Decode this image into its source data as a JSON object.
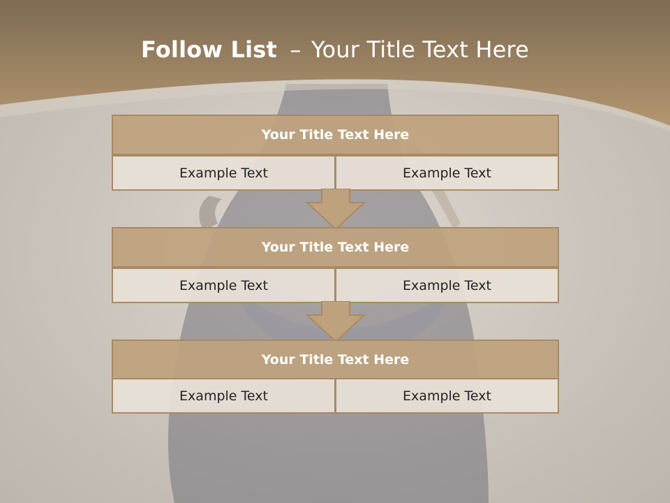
{
  "title": {
    "bold_part": "Follow List",
    "separator": "–",
    "rest": "Your Title Text Here"
  },
  "colors": {
    "header_band": "#a98b65",
    "block_header": "#bea27e",
    "block_border": "#a88a62",
    "cell_fill": "#e8e0d7",
    "background": "#cdc8c1"
  },
  "blocks": [
    {
      "heading": "Your Title Text Here",
      "left_text": "Example Text",
      "right_text": "Example Text"
    },
    {
      "heading": "Your Title Text Here",
      "left_text": "Example Text",
      "right_text": "Example Text"
    },
    {
      "heading": "Your Title Text Here",
      "left_text": "Example Text",
      "right_text": "Example Text"
    }
  ],
  "arrows": [
    {
      "icon": "down-arrow-icon"
    },
    {
      "icon": "down-arrow-icon"
    }
  ]
}
